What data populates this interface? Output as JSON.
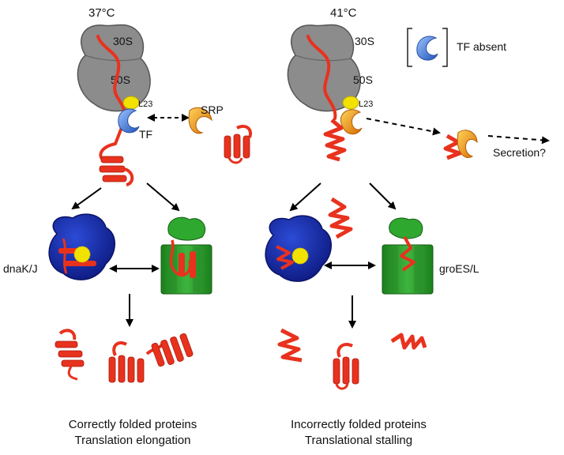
{
  "panels": {
    "left": {
      "temperature": "37°C",
      "subunit_small": "30S",
      "subunit_large": "50S",
      "ribosomal_protein": "L23",
      "chaperone_label": "TF",
      "srp_label": "SRP",
      "dnak_label": "dnaK/J",
      "caption_line1": "Correctly folded proteins",
      "caption_line2": "Translation elongation"
    },
    "right": {
      "temperature": "41°C",
      "subunit_small": "30S",
      "subunit_large": "50S",
      "ribosomal_protein": "L23",
      "legend_label": "TF absent",
      "secretion_label": "Secretion?",
      "groes_label": "groES/L",
      "caption_line1": "Incorrectly folded proteins",
      "caption_line2": "Translational stalling"
    }
  },
  "colors": {
    "ribosome": "#8c8c8c",
    "protein": "#e8321e",
    "dnak": "#1a2fa6",
    "groel": "#2e9a2e",
    "tf": "#3b74d6",
    "srp": "#f0a020",
    "l23": "#f2e200"
  }
}
